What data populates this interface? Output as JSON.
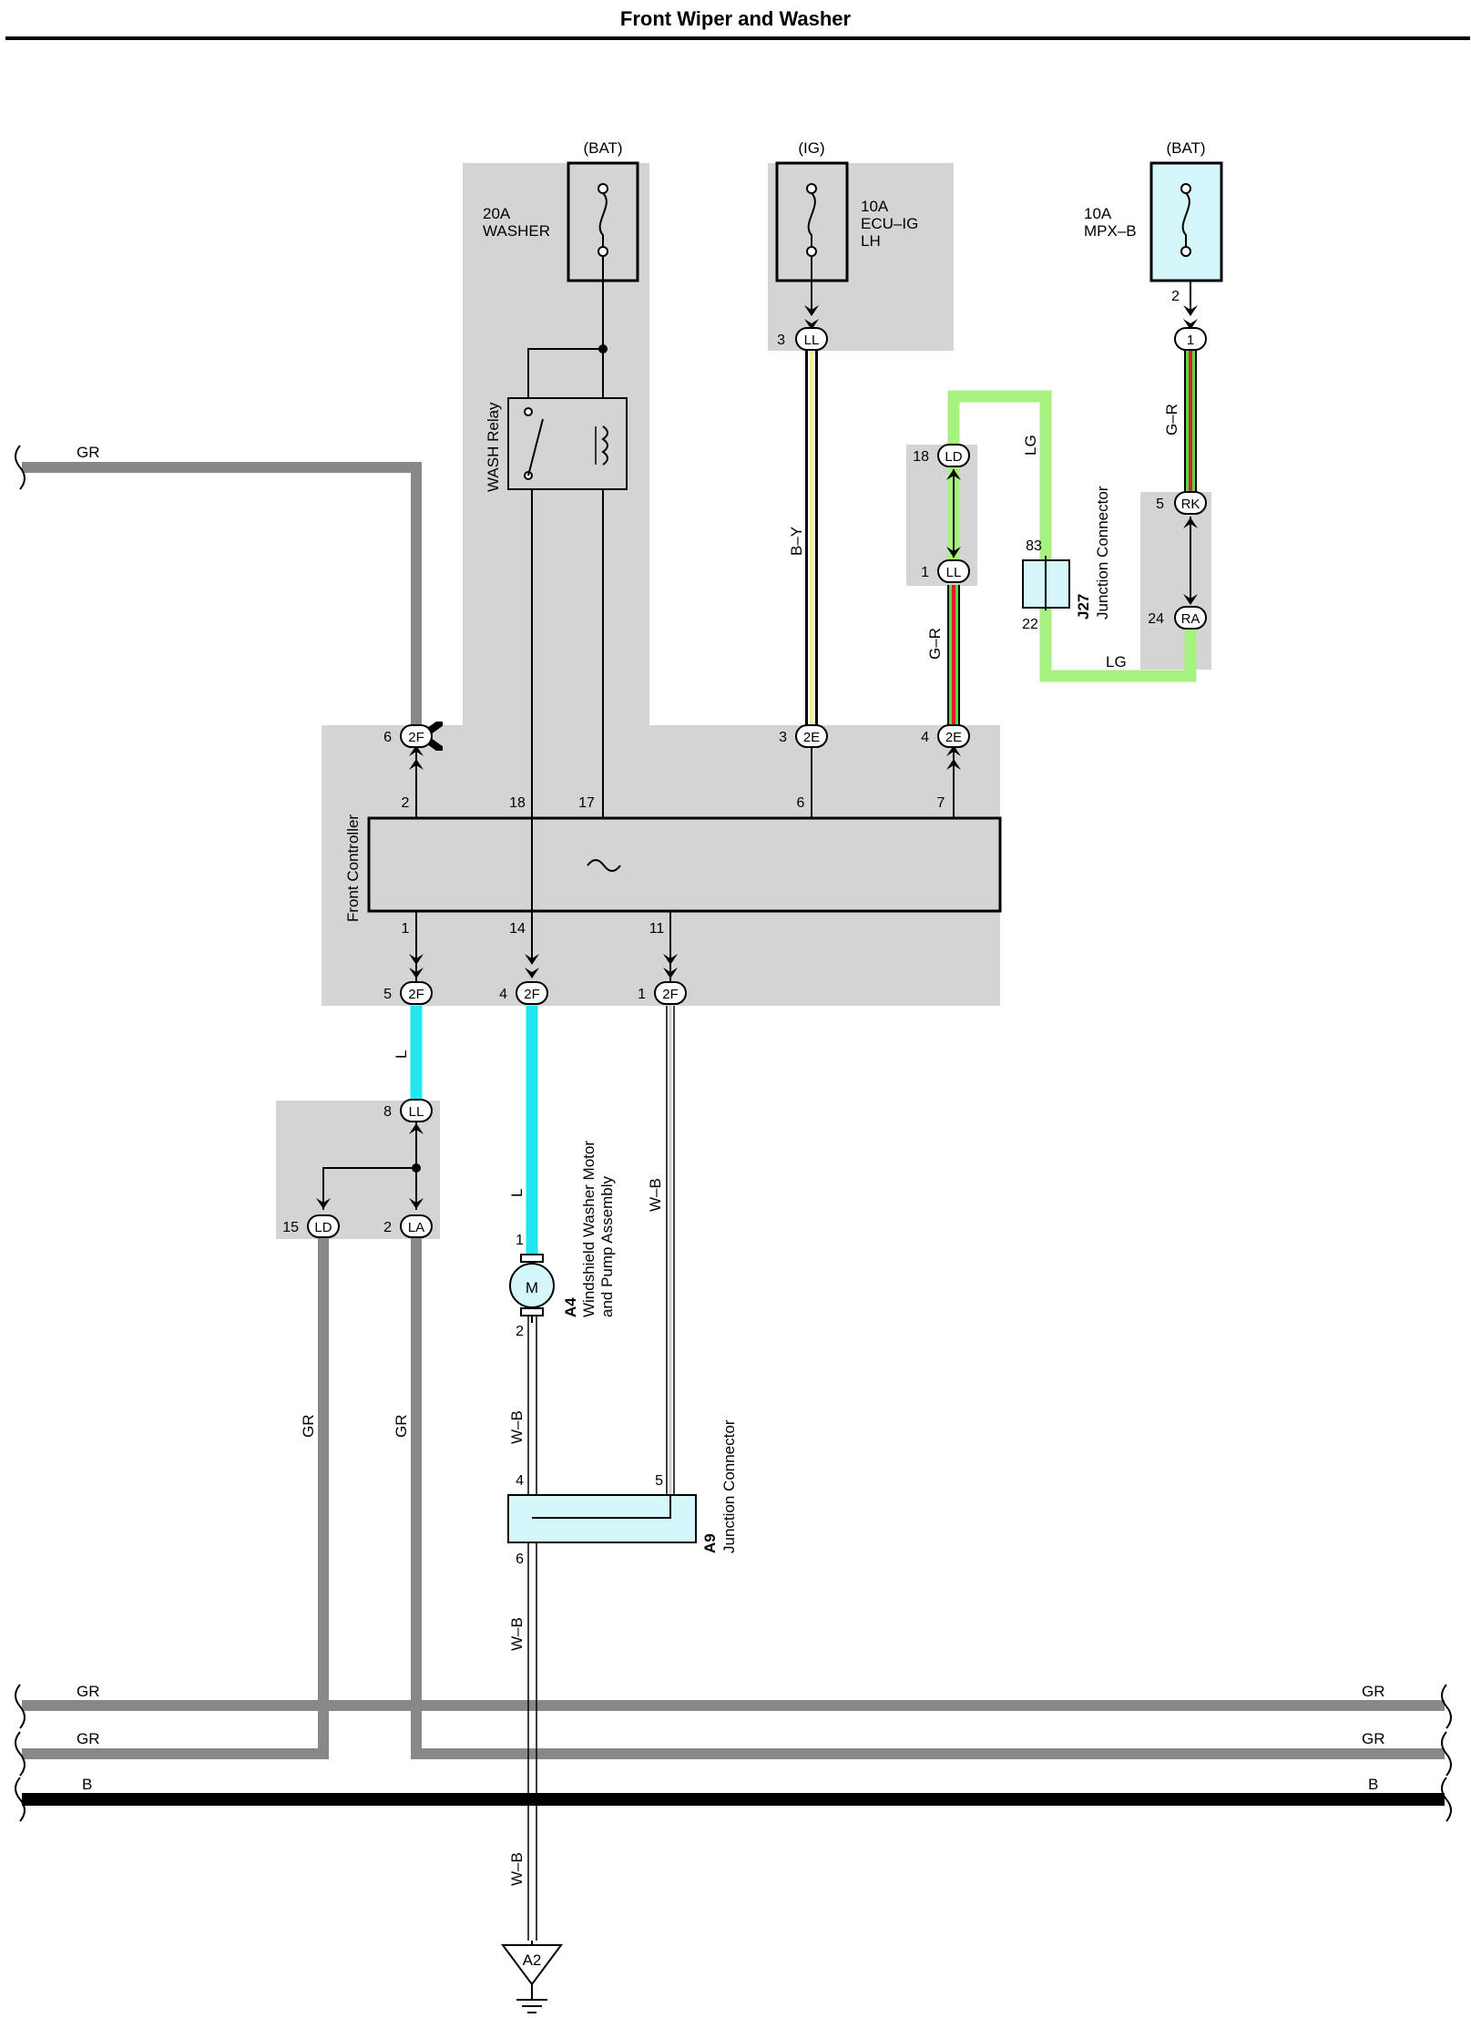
{
  "title": "Front Wiper and Washer",
  "colors": {
    "gray_wire": "#888888",
    "l_wire": "#22e6f0",
    "lg_wire": "#a6f27e",
    "shaded_area": "#d4d4d4",
    "fuse_fill": "#d4f8fa",
    "ground_wire": "#000000"
  },
  "power_sources": {
    "bat_left": "(BAT)",
    "ig": "(IG)",
    "bat_right": "(BAT)"
  },
  "fuses": {
    "washer": {
      "amp": "20A",
      "name": "WASHER"
    },
    "ecu_ig": {
      "amp": "10A",
      "name": "ECU–IG",
      "name2": "LH"
    },
    "mpx_b": {
      "amp": "10A",
      "name": "MPX–B"
    }
  },
  "relay": {
    "label": "WASH Relay"
  },
  "front_controller": {
    "label": "Front Controller",
    "top_pins": [
      "2",
      "18",
      "17",
      "6",
      "7"
    ],
    "bottom_pins": [
      "1",
      "14",
      "11"
    ]
  },
  "connectors": {
    "ll_ig": {
      "code": "LL",
      "pin": "3"
    },
    "mpx_1": {
      "code": "1",
      "pin": "2"
    },
    "ld_18": {
      "code": "LD",
      "pin": "18"
    },
    "ll_1": {
      "code": "LL",
      "pin": "1"
    },
    "rk_5": {
      "code": "RK",
      "pin": "5"
    },
    "ra_24": {
      "code": "RA",
      "pin": "24"
    },
    "fc_2f_6": {
      "code": "2F",
      "pin": "6"
    },
    "fc_2e_3": {
      "code": "2E",
      "pin": "3"
    },
    "fc_2e_4": {
      "code": "2E",
      "pin": "4"
    },
    "fc_2f_5": {
      "code": "2F",
      "pin": "5"
    },
    "fc_2f_4": {
      "code": "2F",
      "pin": "4"
    },
    "fc_2f_1": {
      "code": "2F",
      "pin": "1"
    },
    "ll_8": {
      "code": "LL",
      "pin": "8"
    },
    "ld_15": {
      "code": "LD",
      "pin": "15"
    },
    "la_2": {
      "code": "LA",
      "pin": "2"
    }
  },
  "j27": {
    "id": "J27",
    "name": "Junction Connector",
    "pin_top": "83",
    "pin_bottom": "22"
  },
  "a4": {
    "id": "A4",
    "name": "Windshield Washer Motor",
    "name2": "and Pump Assembly",
    "symbol": "M",
    "pin_top": "1",
    "pin_bottom": "2"
  },
  "a9": {
    "id": "A9",
    "name": "Junction Connector",
    "pin_4": "4",
    "pin_5": "5",
    "pin_6": "6"
  },
  "ground": {
    "id": "A2"
  },
  "wire_labels": {
    "gr_top": "GR",
    "by": "B–Y",
    "lg_vertical": "LG",
    "lg_horizontal": "LG",
    "gr_mpx": "G–R",
    "gr_ll": "G–R",
    "l_upper": "L",
    "l_lower": "L",
    "wb_right": "W–B",
    "wb_a4": "W–B",
    "wb_a9": "W–B",
    "wb_ground": "W–B",
    "gr_vert_1": "GR",
    "gr_vert_2": "GR",
    "bus_gr1_left": "GR",
    "bus_gr1_right": "GR",
    "bus_gr2_left": "GR",
    "bus_gr2_right": "GR",
    "bus_b_left": "B",
    "bus_b_right": "B"
  }
}
